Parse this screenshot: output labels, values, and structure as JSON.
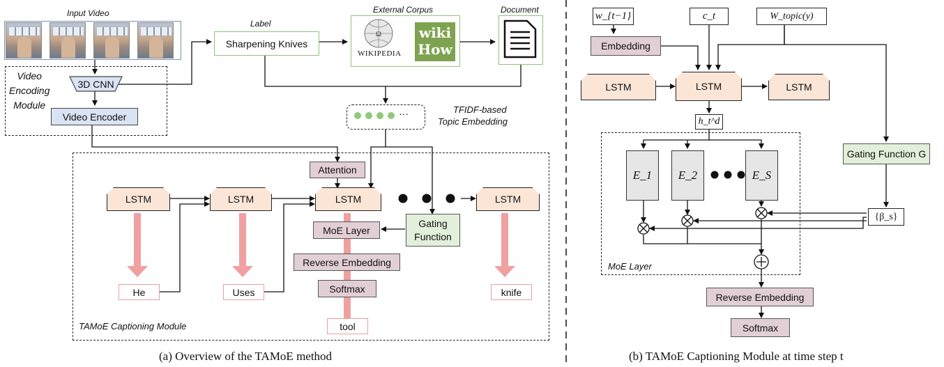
{
  "left": {
    "input_video_label": "Input Video",
    "video_encoding_module": "Video\nEncoding\nModule",
    "cnn": "3D CNN",
    "video_encoder": "Video Encoder",
    "label_title": "Label",
    "label_text": "Sharpening Knives",
    "external_corpus": "External Corpus",
    "wikipedia_text": "WIKIPEDIA",
    "wikihow_line1": "wiki",
    "wikihow_line2": "How",
    "document_title": "Document",
    "tfidf_line1": "TFIDF-based",
    "tfidf_line2": "Topic Embedding",
    "ellipsis": "···",
    "attention": "Attention",
    "lstm": "LSTM",
    "moe_layer": "MoE Layer",
    "gating_line1": "Gating",
    "gating_line2": "Function",
    "reverse_embedding": "Reverse Embedding",
    "softmax": "Softmax",
    "words": [
      "He",
      "Uses",
      "tool",
      "knife"
    ],
    "tamoe_module": "TAMoE Captioning Module",
    "caption": "(a) Overview of the TAMoE method"
  },
  "right": {
    "w_prev": "w_{t−1}",
    "c_t": "c_t",
    "w_topic": "W_topic(y)",
    "embedding": "Embedding",
    "lstm": "LSTM",
    "h": "h_t^d",
    "experts": [
      "E_1",
      "E_2",
      "E_S"
    ],
    "gating": "Gating Function G",
    "beta": "{β_s}",
    "moe_layer": "MoE Layer",
    "reverse_embedding": "Reverse Embedding",
    "softmax": "Softmax",
    "caption": "(b) TAMoE Captioning Module at time step t"
  },
  "colors": {
    "lstm": "#fbe5d6",
    "encoder": "#dae3f3",
    "moe": "#e2cfd6",
    "gating": "#e2efda",
    "word_arrow": "#f0a0a0",
    "topic_dot": "#8fc97a"
  }
}
